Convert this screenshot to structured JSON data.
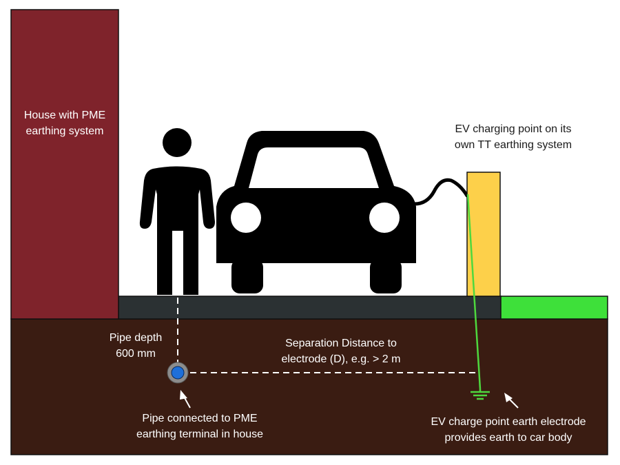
{
  "labels": {
    "house_line1": "House with PME",
    "house_line2": "earthing system",
    "ev_point_line1": "EV charging point on its",
    "ev_point_line2": "own TT earthing system",
    "pipe_depth_line1": "Pipe depth",
    "pipe_depth_line2": "600 mm",
    "separation_line1": "Separation Distance to",
    "separation_line2": "electrode (D), e.g. > 2 m",
    "pipe_line1": "Pipe connected to PME",
    "pipe_line2": "earthing terminal in house",
    "electrode_line1": "EV charge point earth electrode",
    "electrode_line2": "provides earth to car body"
  },
  "colors": {
    "house": "#7f232b",
    "ground": "#3a1c12",
    "pavement": "#2b3133",
    "grass": "#3ee03a",
    "charger": "#fdd04a",
    "earth_wire": "#4ed83e",
    "silhouette": "#000000",
    "pipe_outer": "#8c8c8c",
    "pipe_inner": "#1e6fd9"
  },
  "icons": {
    "person": "person-icon",
    "car": "car-icon",
    "earth": "earth-symbol-icon"
  }
}
